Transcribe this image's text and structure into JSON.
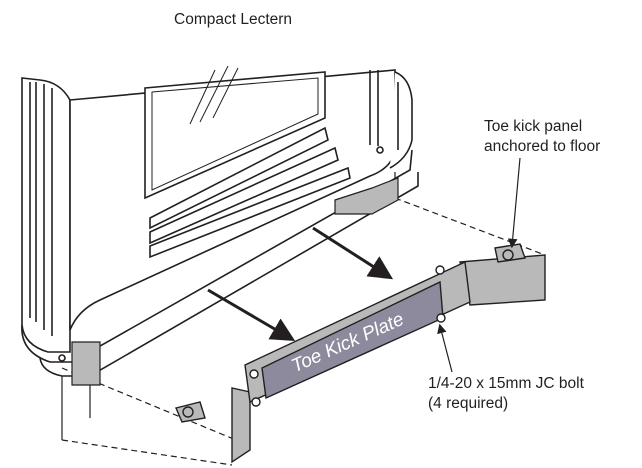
{
  "title": "Compact Lectern",
  "callouts": {
    "anchor": {
      "line1": "Toe kick panel",
      "line2": "anchored to floor"
    },
    "bolt": {
      "line1": "1/4-20 x 15mm JC bolt",
      "line2": "(4 required)"
    }
  },
  "plate_label": "Toe Kick Plate",
  "colors": {
    "outline": "#231f20",
    "cabinet_fill": "#ffffff",
    "bracket_fill": "#b9b9b9",
    "plate_fill": "#8e8a9d",
    "plate_text": "#ffffff",
    "label_text": "#231f20"
  }
}
